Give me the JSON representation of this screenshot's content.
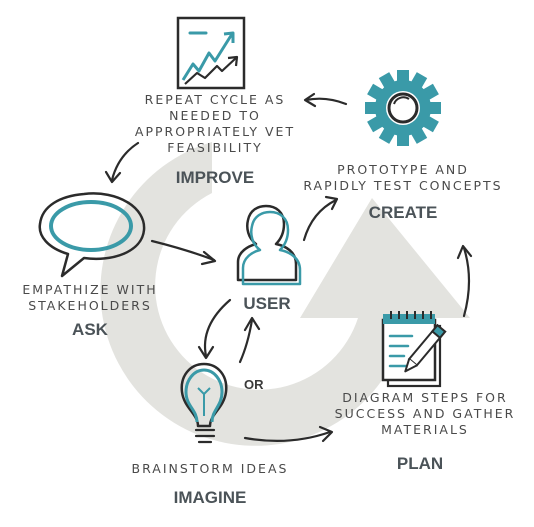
{
  "center": {
    "label": "USER"
  },
  "connector": {
    "label": "OR"
  },
  "stages": {
    "improve": {
      "title": "IMPROVE",
      "lines": [
        "REPEAT CYCLE AS",
        "NEEDED TO",
        "APPROPRIATELY VET",
        "FEASIBILITY"
      ],
      "icon": "chart-trend-icon"
    },
    "create": {
      "title": "CREATE",
      "lines": [
        "PROTOTYPE AND",
        "RAPIDLY TEST CONCEPTS"
      ],
      "icon": "gear-icon"
    },
    "ask": {
      "title": "ASK",
      "lines": [
        "EMPATHIZE WITH",
        "STAKEHOLDERS"
      ],
      "icon": "speech-bubble-icon"
    },
    "plan": {
      "title": "PLAN",
      "lines": [
        "DIAGRAM STEPS FOR",
        "SUCCESS AND GATHER",
        "MATERIALS"
      ],
      "icon": "notepad-pencil-icon"
    },
    "imagine": {
      "title": "IMAGINE",
      "lines": [
        "BRAINSTORM IDEAS"
      ],
      "icon": "lightbulb-icon"
    }
  },
  "colors": {
    "accent": "#3a9aa8",
    "ink": "#2b2b2b",
    "cycle_arrow": "#e3e3df",
    "stage_title": "#4b5358",
    "text": "#4a4a4a"
  }
}
